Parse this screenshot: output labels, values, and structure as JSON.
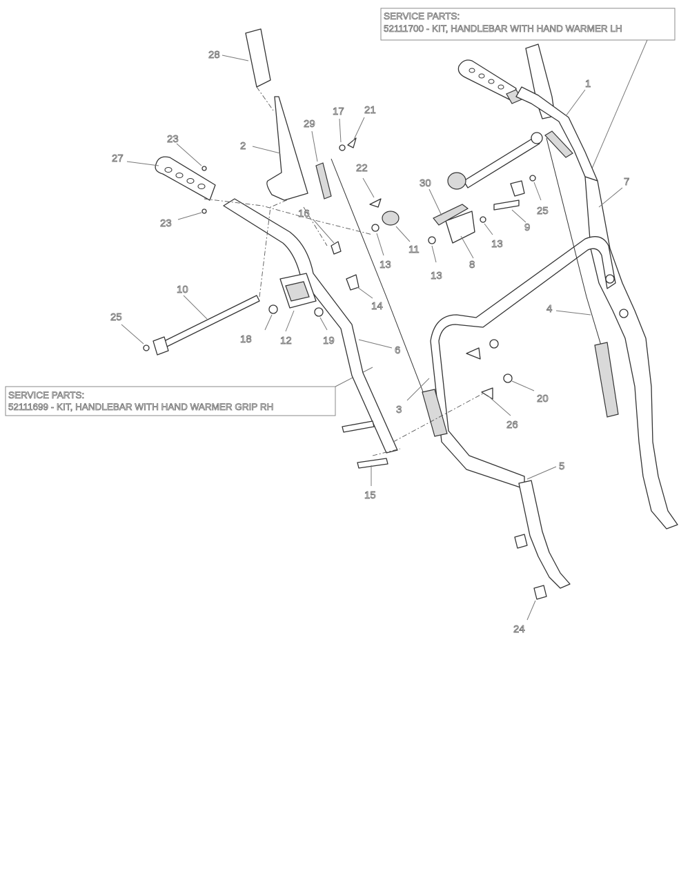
{
  "service_parts": {
    "lh": {
      "title": "SERVICE PARTS:",
      "kit": "52111700 - KIT, HANDLEBAR WITH HAND WARMER LH"
    },
    "rh": {
      "title": "SERVICE PARTS:",
      "kit": "52111699 - KIT, HANDLEBAR WITH HAND WARMER GRIP RH"
    }
  },
  "callouts": [
    "1",
    "2",
    "3",
    "4",
    "5",
    "6",
    "7",
    "8",
    "9",
    "10",
    "11",
    "12",
    "13",
    "13",
    "13",
    "14",
    "15",
    "16",
    "17",
    "18",
    "19",
    "20",
    "21",
    "22",
    "23",
    "23",
    "24",
    "25",
    "25",
    "26",
    "27",
    "28",
    "29",
    "30"
  ]
}
